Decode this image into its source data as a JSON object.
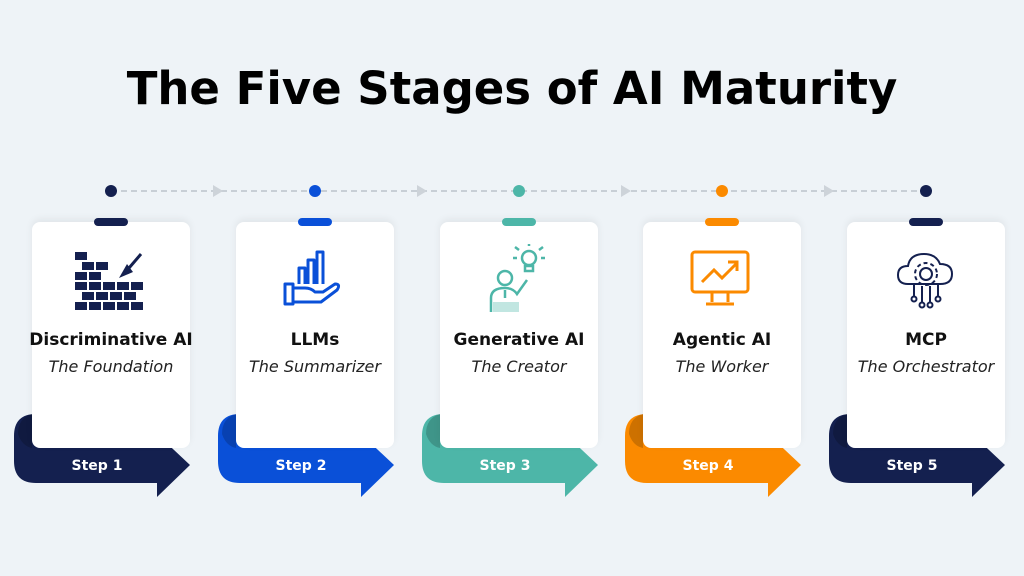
{
  "title": "The Five Stages of AI Maturity",
  "stages": [
    {
      "name": "Discriminative AI",
      "subtitle": "The Foundation",
      "step": "Step 1",
      "color": "#14204f",
      "icon": "brick-wall-trowel-icon"
    },
    {
      "name": "LLMs",
      "subtitle": "The Summarizer",
      "step": "Step 2",
      "color": "#0a50d8",
      "icon": "hand-bar-chart-icon"
    },
    {
      "name": "Generative AI",
      "subtitle": "The Creator",
      "step": "Step 3",
      "color": "#4db6a8",
      "icon": "person-lightbulb-icon"
    },
    {
      "name": "Agentic AI",
      "subtitle": "The Worker",
      "step": "Step 4",
      "color": "#fb8a00",
      "icon": "monitor-trend-icon"
    },
    {
      "name": "MCP",
      "subtitle": "The Orchestrator",
      "step": "Step 5",
      "color": "#14204f",
      "icon": "cloud-gear-network-icon"
    }
  ]
}
